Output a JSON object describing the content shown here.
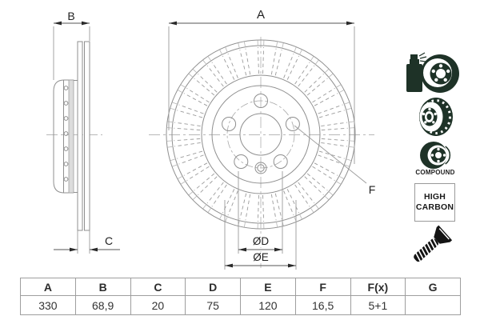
{
  "drawing": {
    "dim_a": "A",
    "dim_b": "B",
    "dim_c": "C",
    "dim_d": "ØD",
    "dim_e": "ØE",
    "dim_f": "F"
  },
  "side_panel": {
    "icons": [
      {
        "name": "coated-disc-spray-icon"
      },
      {
        "name": "vented-disc-icon"
      },
      {
        "name": "compound-disc-icon"
      },
      {
        "name": "countersunk-screw-icon"
      }
    ],
    "compound_label": "COMPOUND",
    "high_carbon_line1": "HIGH",
    "high_carbon_line2": "CARBON"
  },
  "colors": {
    "icon_green": "#1e3227",
    "screw_black": "#141414",
    "drawing_line": "#8f8f8f",
    "dimension_line": "#555555",
    "table_border": "#9e9e9e"
  },
  "spec_table": {
    "headers": [
      "A",
      "B",
      "C",
      "D",
      "E",
      "F",
      "F(x)",
      "G"
    ],
    "values": [
      "330",
      "68,9",
      "20",
      "75",
      "120",
      "16,5",
      "5+1",
      ""
    ]
  }
}
